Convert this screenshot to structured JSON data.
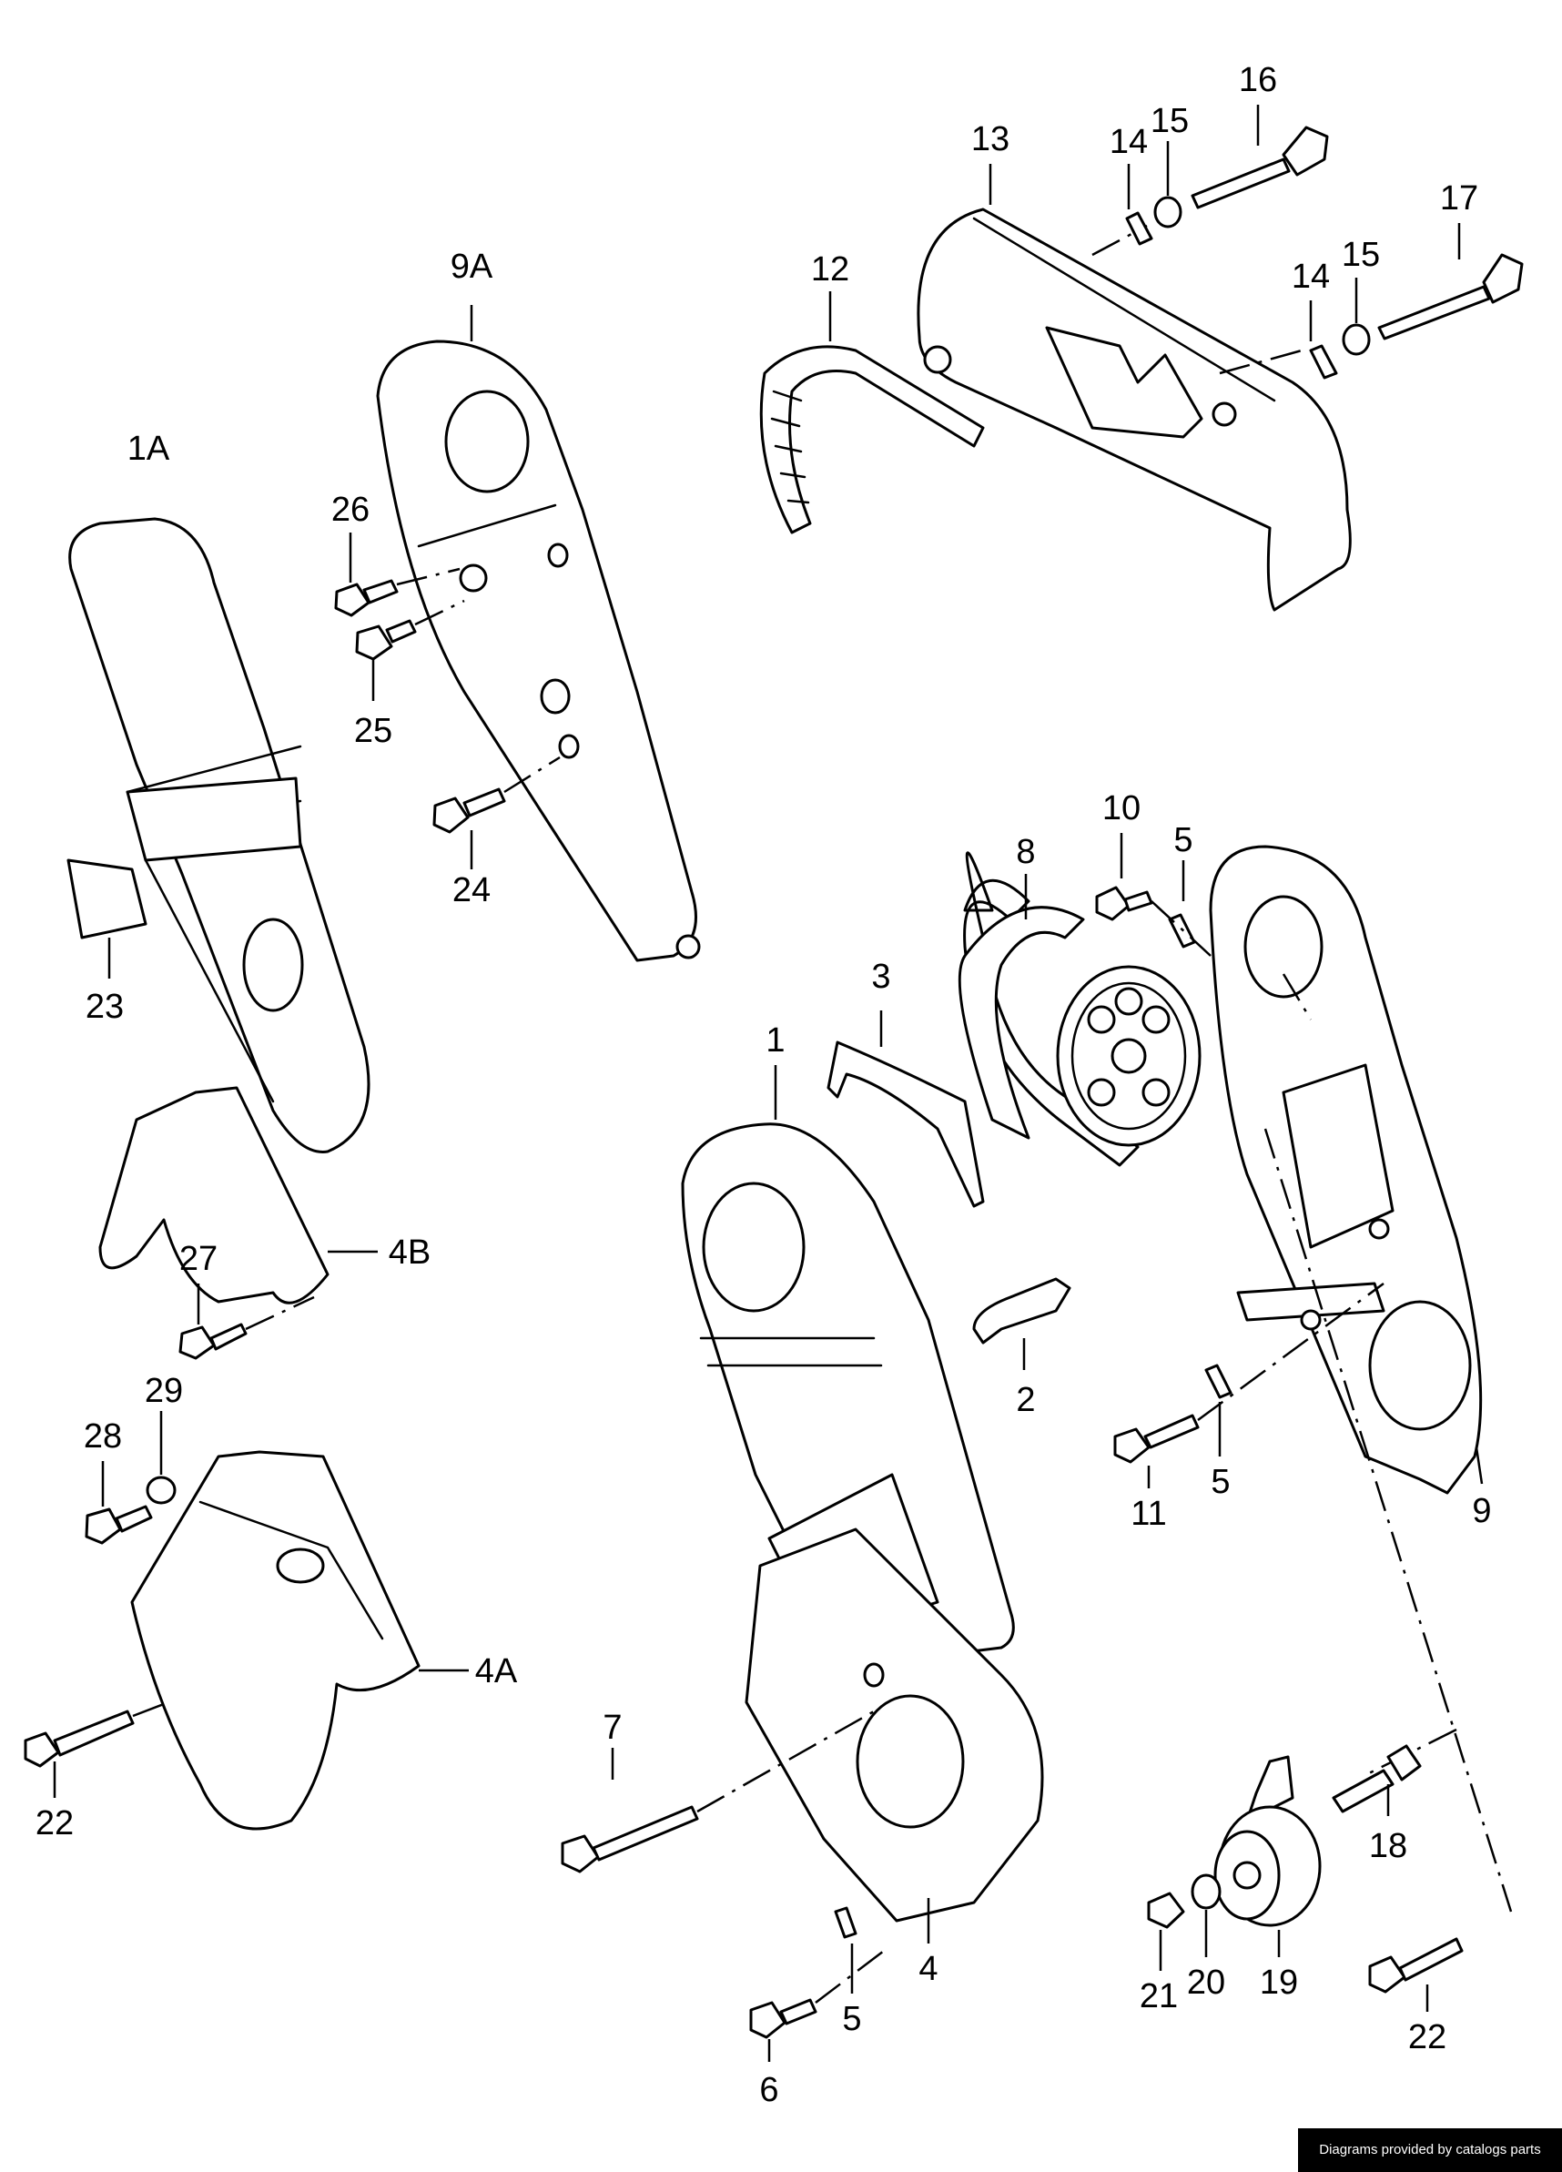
{
  "credit": "Diagrams provided by catalogs parts",
  "callouts": {
    "c1": "1",
    "c1A": "1A",
    "c2": "2",
    "c3": "3",
    "c4": "4",
    "c4A": "4A",
    "c4B": "4B",
    "c5a": "5",
    "c5b": "5",
    "c5c": "5",
    "c6": "6",
    "c7": "7",
    "c8": "8",
    "c9": "9",
    "c9A": "9A",
    "c10": "10",
    "c11": "11",
    "c12": "12",
    "c13": "13",
    "c14a": "14",
    "c14b": "14",
    "c15a": "15",
    "c15b": "15",
    "c16": "16",
    "c17": "17",
    "c18": "18",
    "c19": "19",
    "c20": "20",
    "c21": "21",
    "c22a": "22",
    "c22b": "22",
    "c23": "23",
    "c24": "24",
    "c25": "25",
    "c26": "26",
    "c27": "27",
    "c28": "28",
    "c29": "29"
  }
}
